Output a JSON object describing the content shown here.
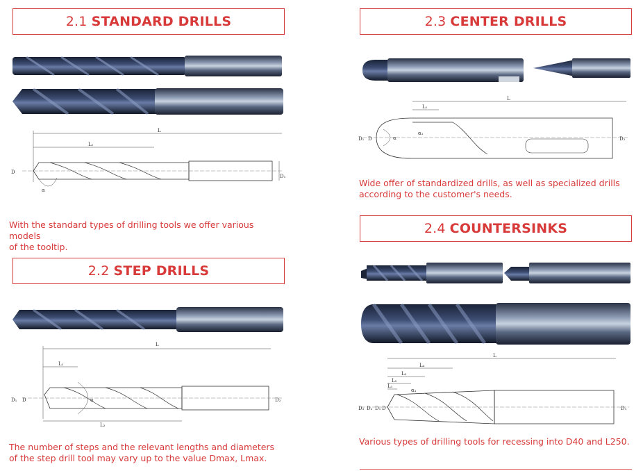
{
  "sections": {
    "s21": {
      "number": "2.1",
      "title": "STANDARD DRILLS",
      "description_line1": "With the standard types of drilling tools we offer various models",
      "description_line2": "of the tooltip."
    },
    "s22": {
      "number": "2.2",
      "title": "STEP DRILLS",
      "description_line1": "The number of steps and the relevant lengths and diameters",
      "description_line2": "of the step drill tool may vary up to the value Dmax, Lmax."
    },
    "s23": {
      "number": "2.3",
      "title": "CENTER DRILLS",
      "description_line1": "Wide offer of standardized drills, as well as specialized drills",
      "description_line2": "according to the  customer's needs."
    },
    "s24": {
      "number": "2.4",
      "title": "COUNTERSINKS",
      "description_line1": "Various types of drilling tools for recessing into D40 and L250.",
      "description_line2": ""
    }
  },
  "drawing_labels": {
    "L": "L",
    "L1": "L₁",
    "L2": "L₂",
    "L3": "L₃",
    "L4": "L₄",
    "D": "D",
    "D1": "D₁",
    "D2": "D₂",
    "D3": "D₃",
    "alpha": "α",
    "alpha1": "α₁"
  },
  "colors": {
    "accent": "#d83a3a",
    "tool_dark": "#1c2438",
    "tool_mid": "#4a5a78",
    "tool_light": "#9aa8bc"
  }
}
